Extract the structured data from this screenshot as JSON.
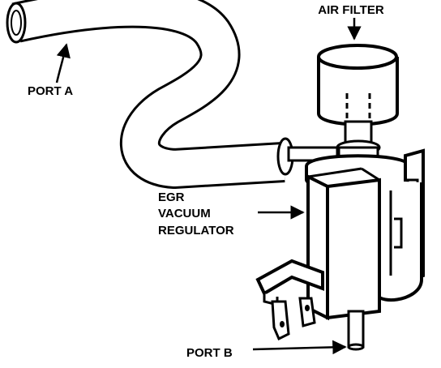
{
  "labels": {
    "air_filter": "AIR FILTER",
    "port_a": "PORT A",
    "egr_line1": "EGR",
    "egr_line2": "VACUUM",
    "egr_line3": "REGULATOR",
    "port_b": "PORT B"
  },
  "colors": {
    "ink": "#000000",
    "paper": "#ffffff"
  }
}
